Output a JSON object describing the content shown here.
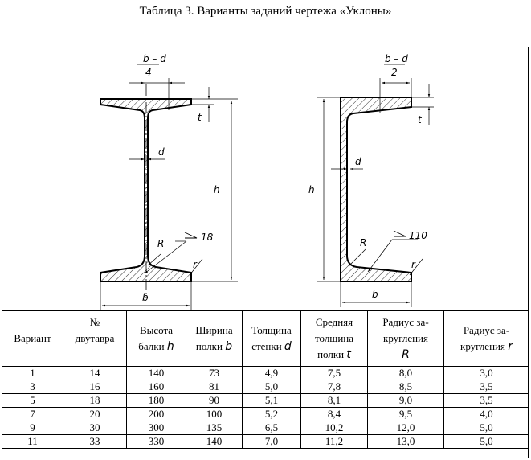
{
  "title": "Таблица 3. Варианты заданий чертежа «Уклоны»",
  "drawing": {
    "ibeam": {
      "slope_num": "b – d",
      "slope_den": "4",
      "t": "t",
      "d": "d",
      "h": "h",
      "b": "b",
      "R": "R",
      "r": "r",
      "slope": "18"
    },
    "channel": {
      "slope_num": "b – d",
      "slope_den": "2",
      "t": "t",
      "d": "d",
      "h": "h",
      "b": "b",
      "R": "R",
      "r": "r",
      "slope": "110"
    }
  },
  "table": {
    "headers": [
      {
        "lines": [
          "Вариант"
        ],
        "sym": ""
      },
      {
        "lines": [
          "№",
          "двутавра"
        ],
        "sym": ""
      },
      {
        "lines": [
          "Высота",
          "балки"
        ],
        "sym": "h"
      },
      {
        "lines": [
          "Ширина",
          "полки"
        ],
        "sym": "b"
      },
      {
        "lines": [
          "Толщина",
          "стенки"
        ],
        "sym": "d"
      },
      {
        "lines": [
          "Средняя",
          "толщина",
          "полки"
        ],
        "sym": "t"
      },
      {
        "lines": [
          "Радиус за-",
          "кругления"
        ],
        "sym": "R",
        "sym_newline": true
      },
      {
        "lines": [
          "Радиус за-",
          "кругления"
        ],
        "sym": "r"
      }
    ],
    "rows": [
      [
        "1",
        "14",
        "140",
        "73",
        "4,9",
        "7,5",
        "8,0",
        "3,0"
      ],
      [
        "3",
        "16",
        "160",
        "81",
        "5,0",
        "7,8",
        "8,5",
        "3,5"
      ],
      [
        "5",
        "18",
        "180",
        "90",
        "5,1",
        "8,1",
        "9,0",
        "3,5"
      ],
      [
        "7",
        "20",
        "200",
        "100",
        "5,2",
        "8,4",
        "9,5",
        "4,0"
      ],
      [
        "9",
        "30",
        "300",
        "135",
        "6,5",
        "10,2",
        "12,0",
        "5,0"
      ],
      [
        "11",
        "33",
        "330",
        "140",
        "7,0",
        "11,2",
        "13,0",
        "5,0"
      ]
    ]
  }
}
